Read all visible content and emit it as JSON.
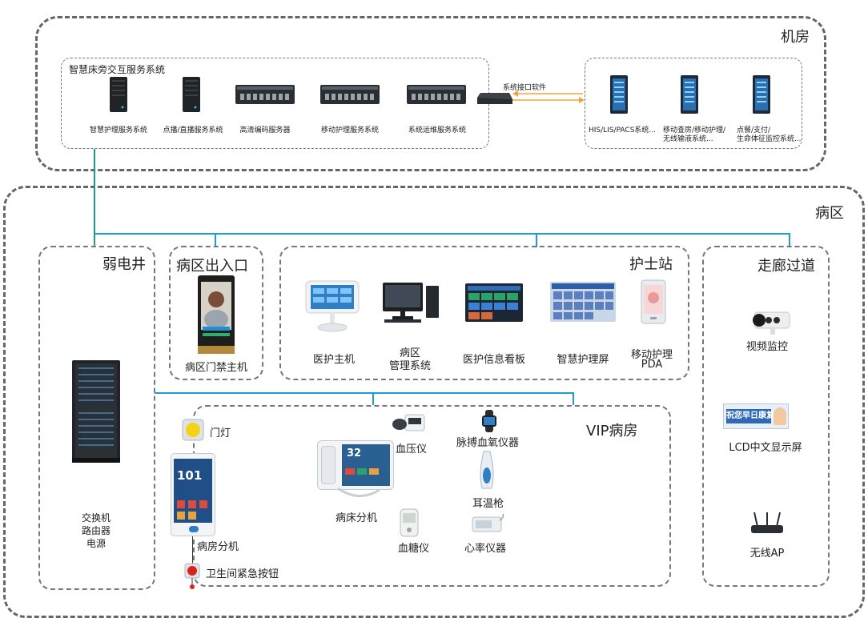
{
  "computer_room": {
    "title": "机房",
    "service_system_title": "智慧床旁交互服务系统",
    "servers": [
      {
        "label": "智慧护理服务系统",
        "icon": "tower-server-icon"
      },
      {
        "label": "点播/直播服务系统",
        "icon": "tower-server-icon"
      },
      {
        "label": "高清编码服务器",
        "icon": "rack-server-icon"
      },
      {
        "label": "移动护理服务系统",
        "icon": "rack-server-icon"
      },
      {
        "label": "系统运维服务系统",
        "icon": "rack-server-icon"
      }
    ],
    "interface_software_label": "系统接口软件",
    "external_systems": [
      {
        "label_line1": "HIS/LIS/PACS系统...",
        "label_line2": ""
      },
      {
        "label_line1": "移动查房/移动护理/",
        "label_line2": "无线输液系统..."
      },
      {
        "label_line1": "点餐/支付/",
        "label_line2": "生命体征监控系统..."
      }
    ]
  },
  "ward": {
    "title": "病区",
    "weak_current_well": {
      "title": "弱电井",
      "equipment_line1": "交换机",
      "equipment_line2": "路由器",
      "equipment_line3": "电源"
    },
    "entrance": {
      "title": "病区出入口",
      "device_label": "病区门禁主机"
    },
    "nurse_station": {
      "title": "护士站",
      "devices": [
        {
          "line1": "医护主机",
          "line2": ""
        },
        {
          "line1": "病区",
          "line2": "管理系统"
        },
        {
          "line1": "医护信息看板",
          "line2": ""
        },
        {
          "line1": "智慧护理屏",
          "line2": ""
        },
        {
          "line1": "移动护理",
          "line2": "PDA"
        }
      ]
    },
    "corridor": {
      "title": "走廊过道",
      "devices": [
        "视频监控",
        "LCD中文显示屏",
        "无线AP"
      ],
      "lcd_screen_text": "祝您早日康复!"
    },
    "vip_room": {
      "title": "VIP病房",
      "door_light": "门灯",
      "room_unit": "病房分机",
      "room_unit_number": "101",
      "emergency_button": "卫生间紧急按钮",
      "bedside_unit": "病床分机",
      "bedside_temp": "32",
      "devices": [
        "血压仪",
        "脉搏血氧仪器",
        "耳温枪",
        "血糖仪",
        "心率仪器"
      ]
    }
  },
  "colors": {
    "connector_cyan": "#1a9fd0",
    "connector_green": "#1b9e8a",
    "dashed_border": "#666666"
  }
}
